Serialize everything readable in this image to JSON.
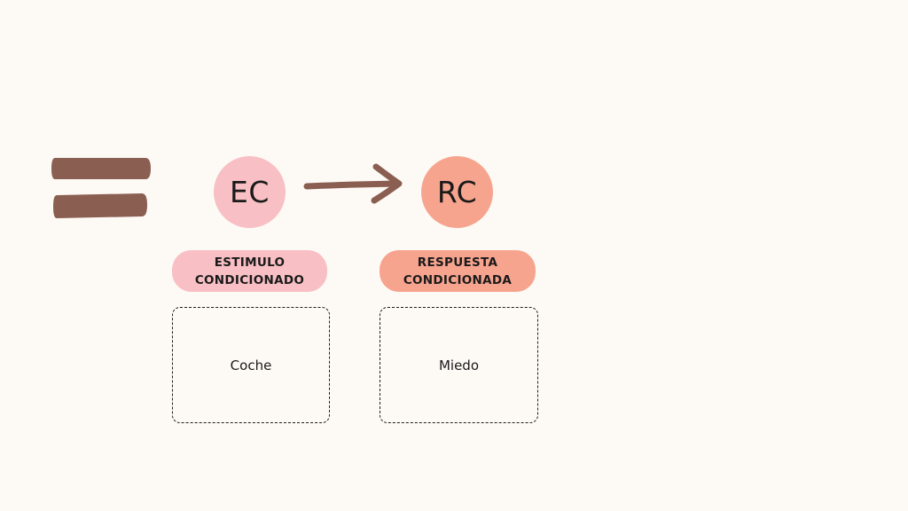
{
  "colors": {
    "background": "#fdfaf5",
    "accent_brown": "#8b5e52",
    "ec_pink": "#f8bfc4",
    "rc_salmon": "#f7a48f"
  },
  "icons": {
    "equals": "equals-icon",
    "arrow": "arrow-right-icon"
  },
  "ec": {
    "abbreviation": "EC",
    "label_line1": "ESTIMULO",
    "label_line2": "CONDICIONADO",
    "example": "Coche"
  },
  "rc": {
    "abbreviation": "RC",
    "label_line1": "RESPUESTA",
    "label_line2": "CONDICIONADA",
    "example": "Miedo"
  }
}
